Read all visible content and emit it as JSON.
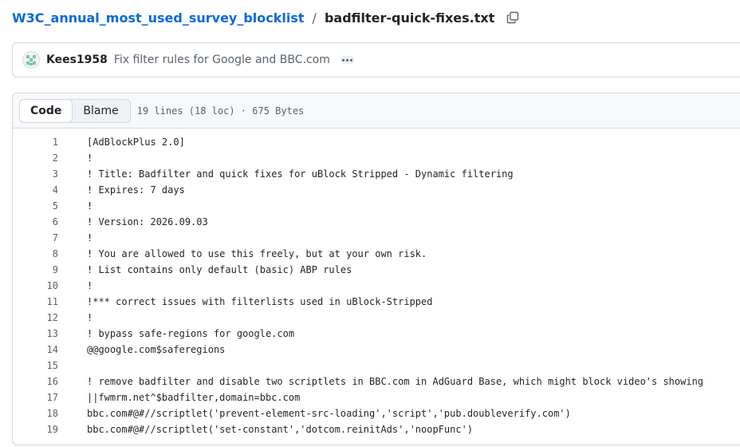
{
  "breadcrumb": {
    "repo": "W3C_annual_most_used_survey_blocklist",
    "separator": "/",
    "file": "badfilter-quick-fixes.txt"
  },
  "commit": {
    "author": "Kees1958",
    "message": "Fix filter rules for Google and BBC.com"
  },
  "file_header": {
    "tabs": [
      {
        "label": "Code",
        "active": true
      },
      {
        "label": "Blame",
        "active": false
      }
    ],
    "info": "19 lines (18 loc) · 675 Bytes"
  },
  "code_lines": [
    {
      "num": "1",
      "text": "[AdBlockPlus 2.0]"
    },
    {
      "num": "2",
      "text": "!"
    },
    {
      "num": "3",
      "text": "! Title: Badfilter and quick fixes for uBlock Stripped - Dynamic filtering"
    },
    {
      "num": "4",
      "text": "! Expires: 7 days"
    },
    {
      "num": "5",
      "text": "!"
    },
    {
      "num": "6",
      "text": "! Version: 2026.09.03"
    },
    {
      "num": "7",
      "text": "!"
    },
    {
      "num": "8",
      "text": "! You are allowed to use this freely, but at your own risk."
    },
    {
      "num": "9",
      "text": "! List contains only default (basic) ABP rules"
    },
    {
      "num": "10",
      "text": "!"
    },
    {
      "num": "11",
      "text": "!*** correct issues with filterlists used in uBlock-Stripped"
    },
    {
      "num": "12",
      "text": "!"
    },
    {
      "num": "13",
      "text": "! bypass safe-regions for google.com"
    },
    {
      "num": "14",
      "text": "@@google.com$saferegions"
    },
    {
      "num": "15",
      "text": ""
    },
    {
      "num": "16",
      "text": "! remove badfilter and disable two scriptlets in BBC.com in AdGuard Base, which might block video's showing"
    },
    {
      "num": "17",
      "text": "||fwmrm.net^$badfilter,domain=bbc.com"
    },
    {
      "num": "18",
      "text": "bbc.com#@#//scriptlet('prevent-element-src-loading','script','pub.doubleverify.com')"
    },
    {
      "num": "19",
      "text": "bbc.com#@#//scriptlet('set-constant','dotcom.reinitAds','noopFunc')"
    }
  ]
}
